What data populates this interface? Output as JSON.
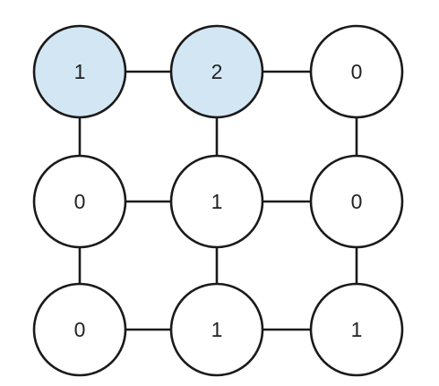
{
  "colors": {
    "highlight_fill": "#d3e6f3",
    "default_fill": "#ffffff"
  },
  "grid": {
    "rows": 3,
    "cols": 3
  },
  "nodes": [
    {
      "row": 0,
      "col": 0,
      "label": "1",
      "highlighted": true
    },
    {
      "row": 0,
      "col": 1,
      "label": "2",
      "highlighted": true
    },
    {
      "row": 0,
      "col": 2,
      "label": "0",
      "highlighted": false
    },
    {
      "row": 1,
      "col": 0,
      "label": "0",
      "highlighted": false
    },
    {
      "row": 1,
      "col": 1,
      "label": "1",
      "highlighted": false
    },
    {
      "row": 1,
      "col": 2,
      "label": "0",
      "highlighted": false
    },
    {
      "row": 2,
      "col": 0,
      "label": "0",
      "highlighted": false
    },
    {
      "row": 2,
      "col": 1,
      "label": "1",
      "highlighted": false
    },
    {
      "row": 2,
      "col": 2,
      "label": "1",
      "highlighted": false
    }
  ],
  "edges": [
    [
      0,
      1
    ],
    [
      1,
      2
    ],
    [
      3,
      4
    ],
    [
      4,
      5
    ],
    [
      6,
      7
    ],
    [
      7,
      8
    ],
    [
      0,
      3
    ],
    [
      3,
      6
    ],
    [
      1,
      4
    ],
    [
      4,
      7
    ],
    [
      2,
      5
    ],
    [
      5,
      8
    ]
  ]
}
